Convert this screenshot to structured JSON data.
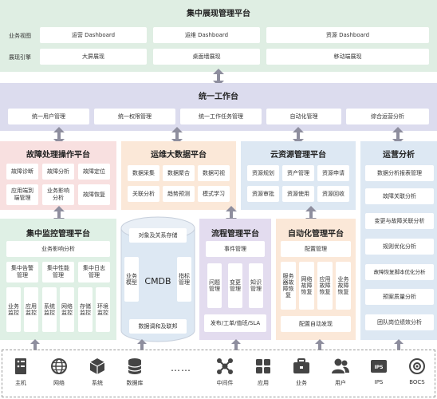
{
  "top": {
    "title": "集中展现管理平台",
    "rows": [
      {
        "label": "业务视图",
        "items": [
          "运营 Dashboard",
          "运维 Dashboard",
          "资源 Dashboard"
        ]
      },
      {
        "label": "展现引擎",
        "items": [
          "大屏展现",
          "桌面墙展现",
          "移动端展现"
        ]
      }
    ]
  },
  "workbench": {
    "title": "统一工作台",
    "items": [
      "统一用户管理",
      "统一权限管理",
      "统一工作任务管理",
      "自动化管理",
      "综合运营分析"
    ]
  },
  "fault": {
    "title": "故障处理操作平台",
    "items": [
      "故障诊断",
      "故障分析",
      "故障定位",
      "应用端到端管理",
      "业务影响分析",
      "故障恢复"
    ]
  },
  "bigdata": {
    "title": "运维大数据平台",
    "items": [
      "数据采集",
      "数据聚合",
      "数据可视",
      "关联分析",
      "趋势预测",
      "模式学习"
    ]
  },
  "cloud": {
    "title": "云资源管理平台",
    "items": [
      "资源规划",
      "资产管理",
      "资源申请",
      "资源审批",
      "资源使用",
      "资源回收"
    ]
  },
  "ops": {
    "title": "运营分析",
    "items": [
      "数据分析报表管理",
      "故障关联分析",
      "变更与故障关联分析",
      "规则优化分析",
      "故障恢复脚本优化分析",
      "预案质量分析",
      "团队岗位绩效分析"
    ]
  },
  "monitor": {
    "title": "集中监控管理平台",
    "top_item": "业务影响分析",
    "row2": [
      "集中告警管理",
      "集中性能管理",
      "集中日志管理"
    ],
    "row3": [
      "业务监控",
      "应用监控",
      "系统监控",
      "网络监控",
      "存储监控",
      "环境监控"
    ]
  },
  "cmdb": {
    "top": "对象及关系存储",
    "left": "业务模型",
    "center": "CMDB",
    "right": "指标管理",
    "bottom": "数据调和及联邦"
  },
  "process": {
    "title": "流程管理平台",
    "top_item": "事件管理",
    "items": [
      "问题管理",
      "变更管理",
      "知识管理"
    ],
    "bottom_item": "发布/工单/值班/SLA"
  },
  "auto": {
    "title": "自动化管理平台",
    "top_item": "配置管理",
    "items": [
      "服务器故障恢复",
      "网络故障恢复",
      "应用故障恢复",
      "业务故障恢复"
    ],
    "bottom_item": "配置自动发现"
  },
  "infra": {
    "items": [
      {
        "label": "主机",
        "icon": "server-icon"
      },
      {
        "label": "网络",
        "icon": "globe-icon"
      },
      {
        "label": "系统",
        "icon": "cube-icon"
      },
      {
        "label": "数据库",
        "icon": "database-icon"
      },
      {
        "label": "……",
        "icon": ""
      },
      {
        "label": "中间件",
        "icon": "middleware-icon"
      },
      {
        "label": "应用",
        "icon": "apps-icon"
      },
      {
        "label": "业务",
        "icon": "briefcase-icon"
      },
      {
        "label": "用户",
        "icon": "users-icon"
      },
      {
        "label": "IPS",
        "icon": "ips-icon"
      },
      {
        "label": "BOCS",
        "icon": "gear-icon"
      }
    ]
  },
  "colors": {
    "green": "#dfeee3",
    "lavender": "#dcdcee",
    "pink": "#f8e0e0",
    "peach": "#fbe8d8",
    "blue": "#dde8f3",
    "mint": "#dff0e5",
    "purple": "#e3dcef",
    "arrow": "#8e8e9e"
  }
}
